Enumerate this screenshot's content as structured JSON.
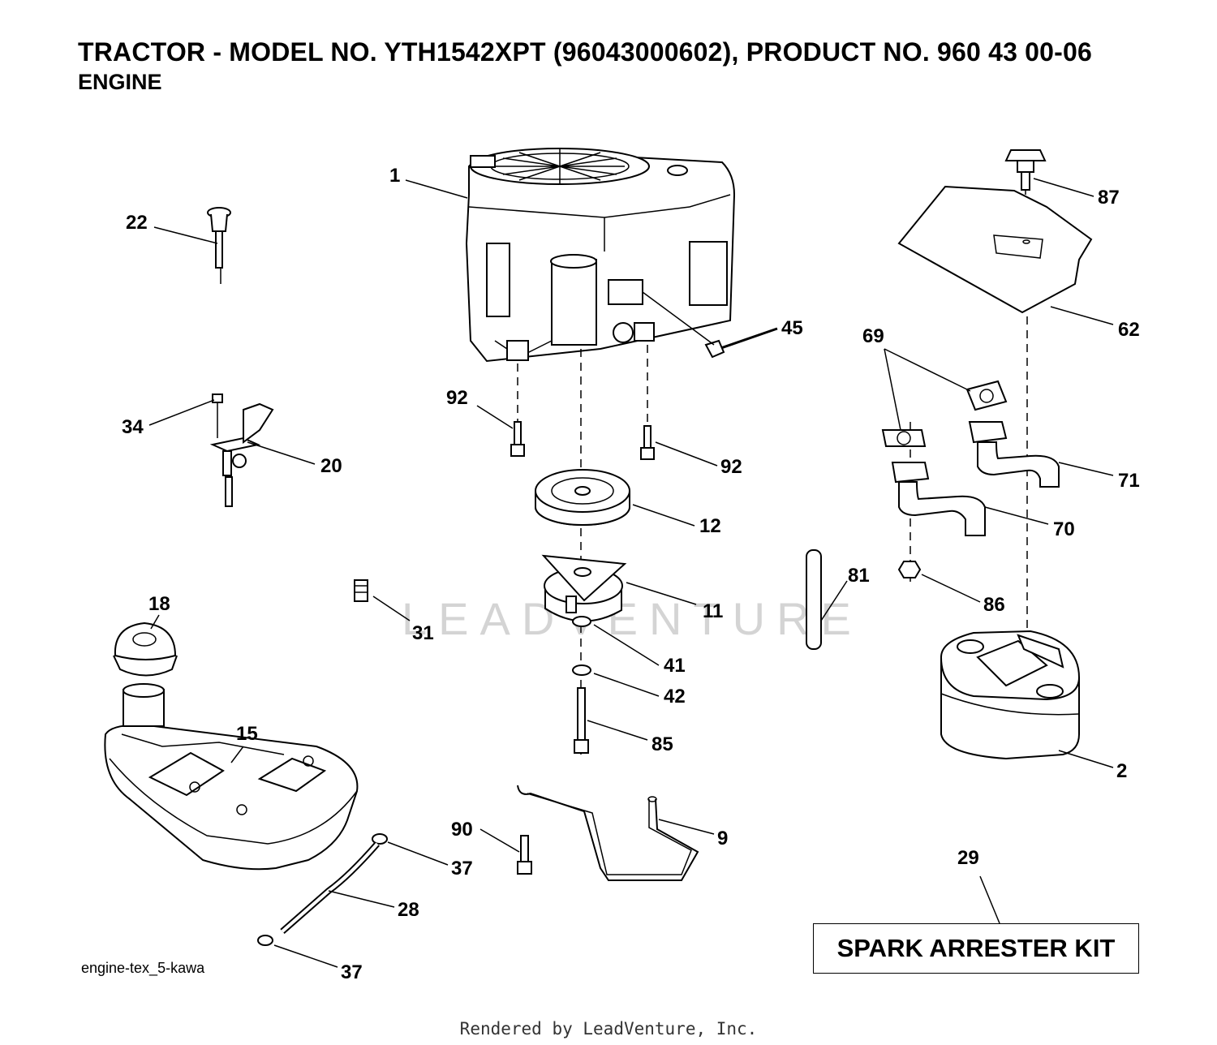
{
  "header": {
    "title": "TRACTOR - MODEL NO. YTH1542XPT (96043000602), PRODUCT NO. 960 43 00-06",
    "subtitle": "ENGINE"
  },
  "watermark": "LEADVENTURE",
  "callouts": {
    "c1": "1",
    "c22": "22",
    "c87": "87",
    "c62": "62",
    "c45": "45",
    "c69": "69",
    "c92a": "92",
    "c92b": "92",
    "c34": "34",
    "c20": "20",
    "c12": "12",
    "c71": "71",
    "c70": "70",
    "c81": "81",
    "c11": "11",
    "c86": "86",
    "c18": "18",
    "c31": "31",
    "c41": "41",
    "c42": "42",
    "c15": "15",
    "c85": "85",
    "c2": "2",
    "c9": "9",
    "c90": "90",
    "c37a": "37",
    "c28": "28",
    "c29": "29",
    "c37b": "37"
  },
  "kit_label": "SPARK ARRESTER KIT",
  "code_label": "engine-tex_5-kawa",
  "footer": "Rendered by LeadVenture, Inc."
}
